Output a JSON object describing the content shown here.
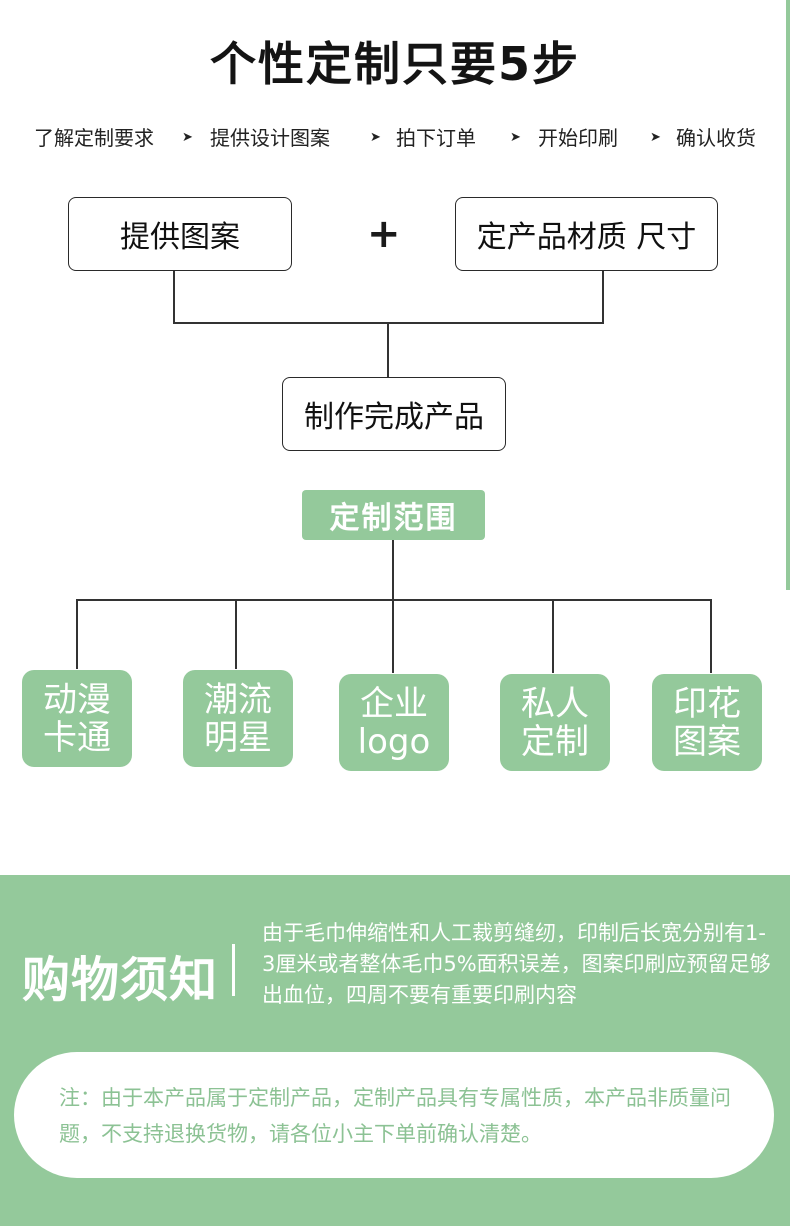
{
  "title": "个性定制只要5步",
  "steps": [
    "了解定制要求",
    "提供设计图案",
    "拍下订单",
    "开始印刷",
    "确认收货"
  ],
  "arrow_glyph": "➤",
  "flow": {
    "box_left": "提供图案",
    "plus": "+",
    "box_right": "定产品材质 尺寸",
    "box_result": "制作完成产品"
  },
  "scope": {
    "title": "定制范围",
    "items": [
      {
        "line1": "动漫",
        "line2": "卡通"
      },
      {
        "line1": "潮流",
        "line2": "明星"
      },
      {
        "line1": "企业",
        "line2": "logo"
      },
      {
        "line1": "私人",
        "line2": "定制"
      },
      {
        "line1": "印花",
        "line2": "图案"
      }
    ]
  },
  "notice": {
    "title": "购物须知",
    "text": "由于毛巾伸缩性和人工裁剪缝纫，印制后长宽分别有1-3厘米或者整体毛巾5%面积误差，图案印刷应预留足够出血位，四周不要有重要印刷内容",
    "note": "注：由于本产品属于定制产品，定制产品具有专属性质，本产品非质量问题，不支持退换货物，请各位小主下单前确认清楚。"
  },
  "colors": {
    "accent": "#94c99b",
    "note_text": "#8cc294"
  }
}
